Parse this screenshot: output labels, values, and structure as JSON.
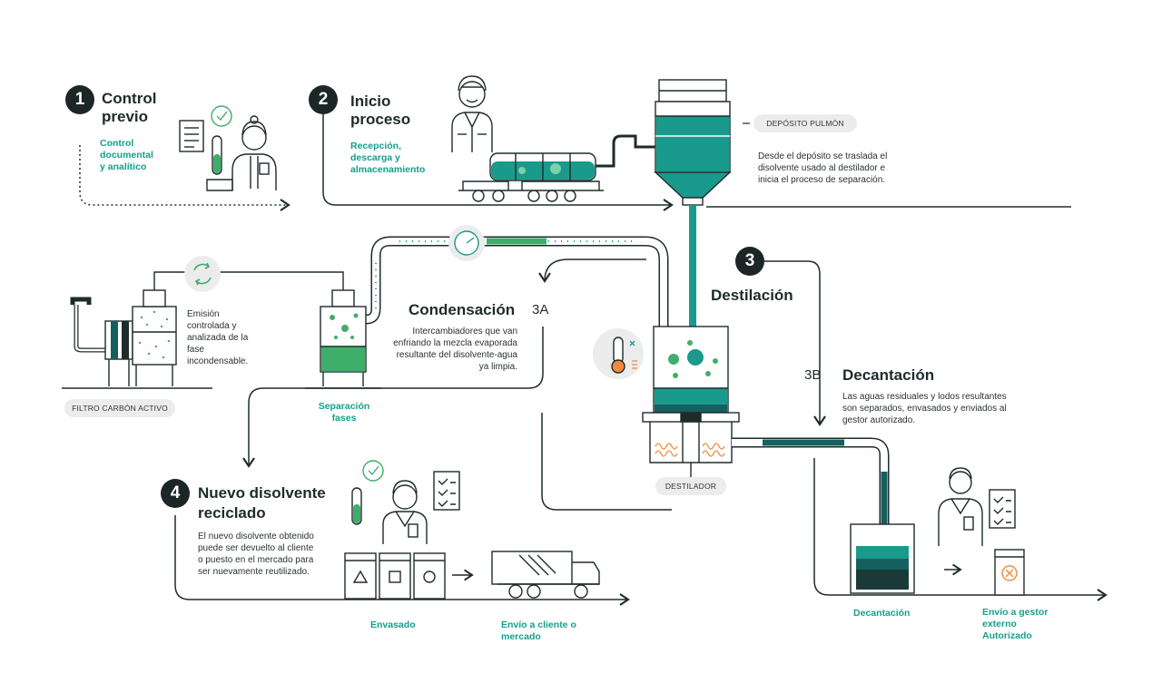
{
  "steps": {
    "s1": {
      "number": "1",
      "title_l1": "Control",
      "title_l2": "previo",
      "sub_l1": "Control",
      "sub_l2": "documental",
      "sub_l3": "y analítico"
    },
    "s2": {
      "number": "2",
      "title_l1": "Inicio",
      "title_l2": "proceso",
      "sub_l1": "Recepción,",
      "sub_l2": "descarga y",
      "sub_l3": "almacenamiento"
    },
    "s3": {
      "number": "3",
      "title": "Destilación"
    },
    "s3a": {
      "code": "3A",
      "title": "Condensación",
      "body_l1": "Intercambiadores que van",
      "body_l2": "enfriando la mezcla evaporada",
      "body_l3": "resultante del disolvente-agua",
      "body_l4": "ya limpia."
    },
    "s3b": {
      "code": "3B",
      "title": "Decantación",
      "body_l1": "Las aguas residuales y lodos resultantes",
      "body_l2": "son separados, envasados y enviados al",
      "body_l3": "gestor autorizado."
    },
    "s4": {
      "number": "4",
      "title_l1": "Nuevo disolvente",
      "title_l2": "reciclado",
      "body_l1": "El nuevo disolvente obtenido",
      "body_l2": "puede ser devuelto al cliente",
      "body_l3": "o puesto en el mercado para",
      "body_l4": "ser nuevamente reutilizado."
    }
  },
  "tags": {
    "deposito": "DEPÓSITO PULMÓN",
    "filtro": "FILTRO CARBÓN ACTIVO",
    "destilador": "DESTILADOR"
  },
  "notes": {
    "deposito_l1": "Desde el depósito se traslada el",
    "deposito_l2": "disolvente usado al destilador e",
    "deposito_l3": "inicia el proceso de separación.",
    "emision_l1": "Emisión",
    "emision_l2": "controlada y",
    "emision_l3": "analizada de la",
    "emision_l4": "fase",
    "emision_l5": "incondensable."
  },
  "captions": {
    "separacion_l1": "Separación",
    "separacion_l2": "fases",
    "envasado": "Envasado",
    "envio_cliente_l1": "Envío a cliente o",
    "envio_cliente_l2": "mercado",
    "decantacion": "Decantación",
    "envio_gestor_l1": "Envío a gestor",
    "envio_gestor_l2": "externo",
    "envio_gestor_l3": "Autorizado"
  },
  "colors": {
    "teal": "#1a9a8c",
    "dark_teal": "#15605e",
    "green": "#3fae6a",
    "ink": "#1f2b2b",
    "orange": "#f08a3c"
  }
}
